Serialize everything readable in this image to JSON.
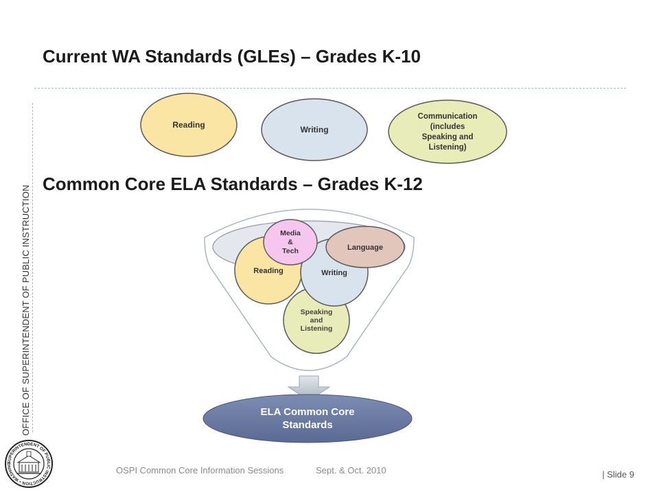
{
  "titles": {
    "current": "Current WA Standards (GLEs) – Grades K-10",
    "common_core": "Common Core ELA Standards – Grades K-12"
  },
  "side_label": "OFFICE OF SUPERINTENDENT OF PUBLIC INSTRUCTION",
  "current_standards": {
    "reading": "Reading",
    "writing": "Writing",
    "communication": [
      "Communication",
      "(includes",
      "Speaking and",
      "Listening)"
    ]
  },
  "common_core_standards": {
    "reading": "Reading",
    "media_tech": [
      "Media",
      "&",
      "Tech"
    ],
    "writing": "Writing",
    "language": "Language",
    "speaking_listening": [
      "Speaking",
      "and",
      "Listening"
    ],
    "base": [
      "ELA Common Core",
      "Standards"
    ]
  },
  "footer": {
    "session": "OSPI Common Core Information Sessions",
    "date": "Sept. & Oct. 2010",
    "slide": "|  Slide 9"
  },
  "colors": {
    "reading_fill": "#fbe5a4",
    "writing_fill": "#d8e3ed",
    "communication_fill": "#e8ecb8",
    "media_fill": "#f7c6ef",
    "language_fill": "#e2c6bc",
    "base_fill": "#6a7aa2",
    "outline": "#595959"
  },
  "seal_text": "SUPERINTENDENT OF PUBLIC INSTRUCTION • WASHINGTON •"
}
